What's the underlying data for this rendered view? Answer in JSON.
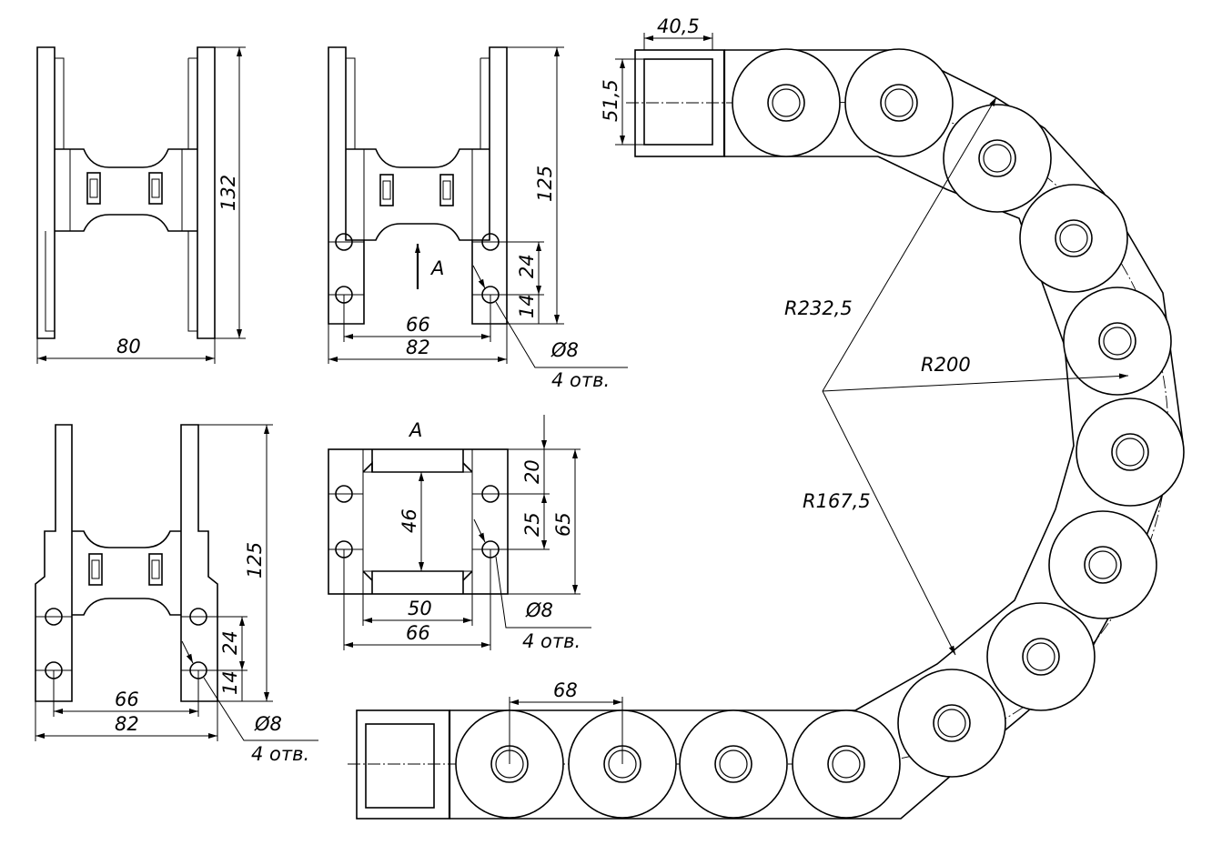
{
  "views": {
    "view1": {
      "dim_width": "80",
      "dim_height": "132"
    },
    "view2": {
      "dim_inner": "66",
      "dim_outer": "82",
      "dim_height": "125",
      "dim_hole_spacing": "24",
      "dim_hole_offset": "14",
      "hole_dia": "Ø8",
      "hole_count": "4 отв.",
      "arrow_label": "A"
    },
    "view3": {
      "dim_inner": "66",
      "dim_outer": "82",
      "dim_height": "125",
      "dim_hole_spacing": "24",
      "dim_hole_offset": "14",
      "hole_dia": "Ø8",
      "hole_count": "4 отв."
    },
    "view_a": {
      "title": "A",
      "dim_inner_h": "46",
      "dim_top": "20",
      "dim_mid": "25",
      "dim_total": "65",
      "dim_inner_w": "50",
      "dim_outer_w": "66",
      "hole_dia": "Ø8",
      "hole_count": "4 отв."
    },
    "chain": {
      "dim_end_w": "40,5",
      "dim_end_h": "51,5",
      "dim_pitch": "68",
      "radius_outer": "R232,5",
      "radius_mid": "R200",
      "radius_inner": "R167,5"
    }
  }
}
